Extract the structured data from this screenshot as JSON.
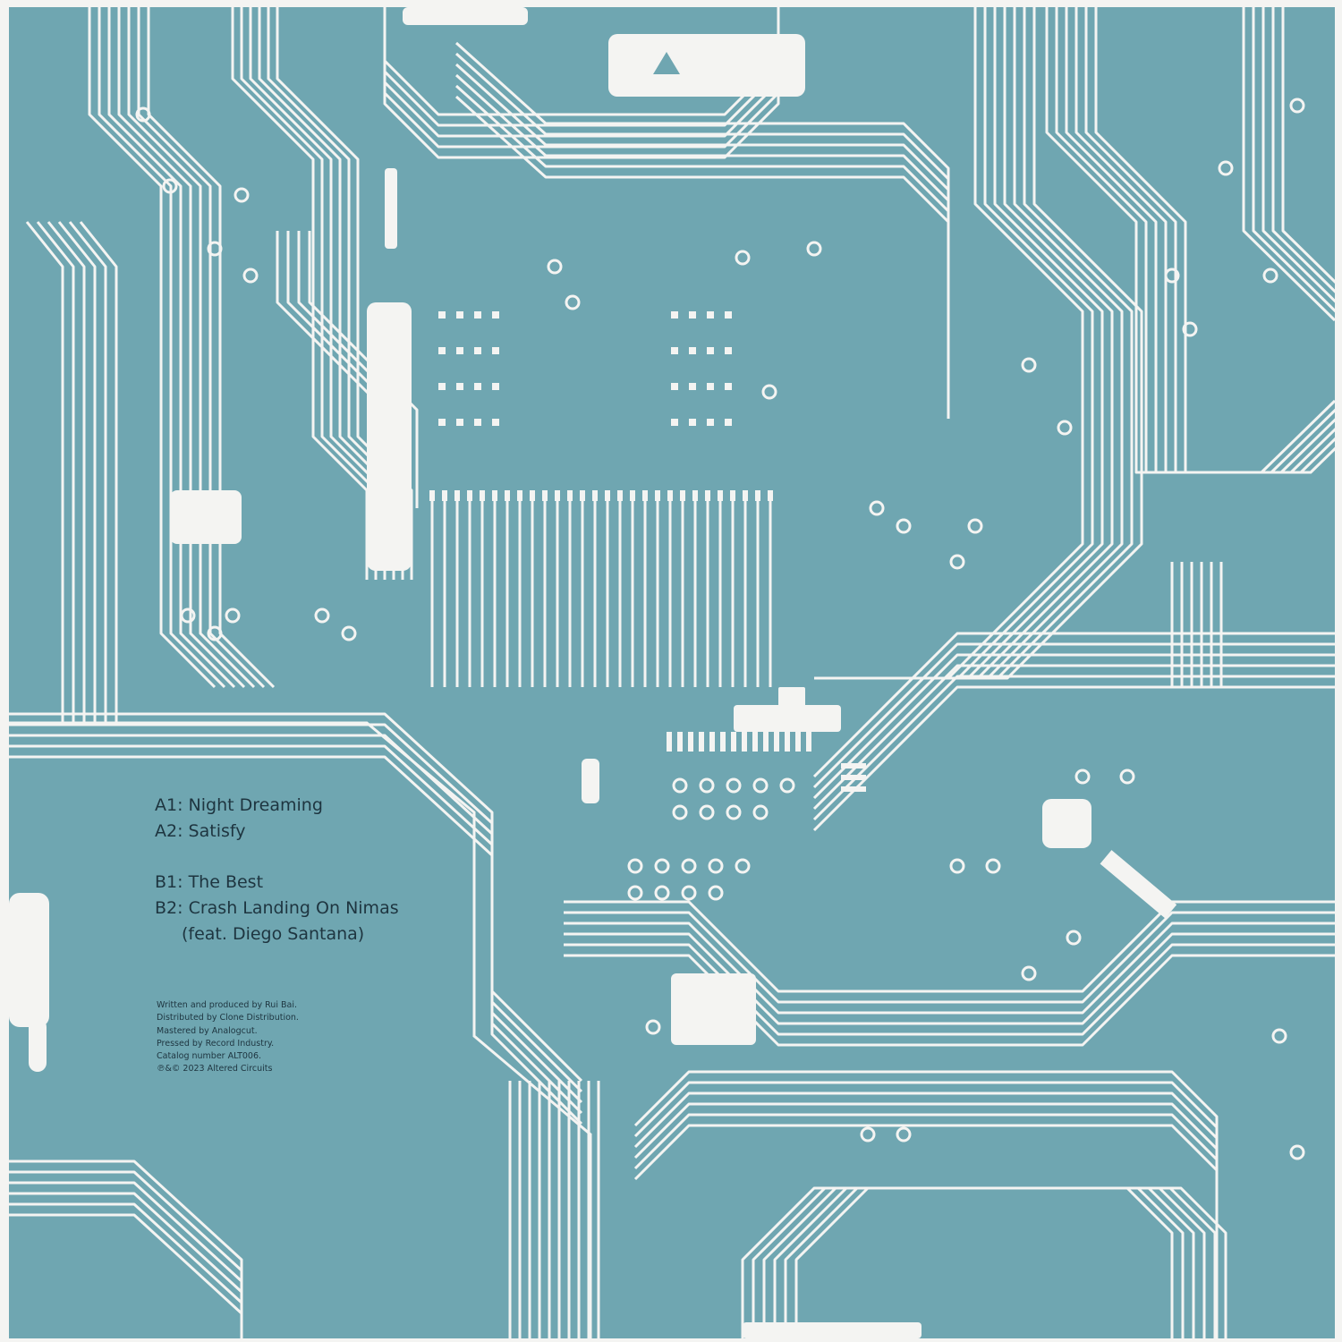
{
  "palette": {
    "board": "#6fa6b1",
    "trace": "#f4f4f2",
    "text": "#1e3540"
  },
  "logo": {
    "icon": "altered-circuits-triangle-logo"
  },
  "tracklist": [
    {
      "side": "A1",
      "title": "Night Dreaming"
    },
    {
      "side": "A2",
      "title": "Satisfy"
    },
    {
      "side": "B1",
      "title": "The Best"
    },
    {
      "side": "B2",
      "title": "Crash Landing On Nimas"
    }
  ],
  "tracklist_feat": "(feat. Diego Santana)",
  "credits": [
    "Written and produced by Rui Bai.",
    "Distributed by Clone Distribution.",
    "Mastered by Analogcut.",
    "Pressed by Record Industry.",
    "Catalog number ALT006.",
    "℗&© 2023 Altered Circuits"
  ]
}
